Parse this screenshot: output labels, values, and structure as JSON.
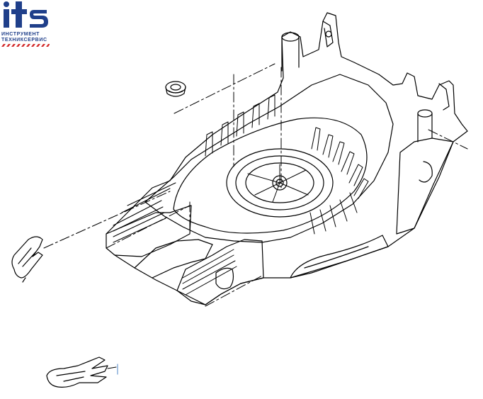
{
  "logo": {
    "brand": "its",
    "line1": "ИНСТРУМЕНТ",
    "line2": "ТЕХНИКСЕРВИС",
    "colors": {
      "blue": "#1f3f8a",
      "red": "#d32a2a"
    }
  },
  "diagram": {
    "parts": [
      "bushing",
      "mower-deck",
      "left-clip",
      "bottom-clip"
    ],
    "line_color": "#000000"
  }
}
